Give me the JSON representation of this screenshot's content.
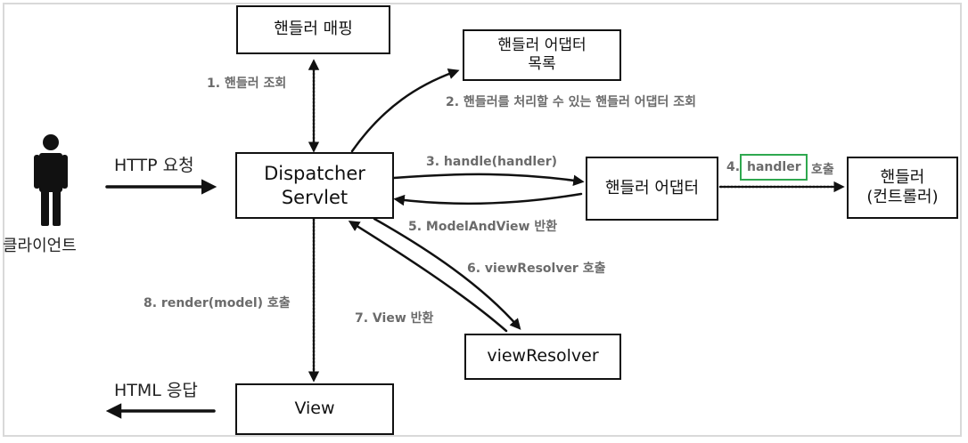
{
  "nodes": {
    "handler_mapping": "핸들러 매핑",
    "adapter_list": "핸들러 어댑터\n목록",
    "dispatcher": "Dispatcher\nServlet",
    "handler_adapter": "핸들러 어댑터",
    "handler": "핸들러\n(컨트롤러)",
    "view_resolver": "viewResolver",
    "view": "View"
  },
  "client": {
    "label": "클라이언트"
  },
  "edges": {
    "request": "HTTP 요청",
    "response": "HTML 응답",
    "step1": "1. 핸들러 조회",
    "step2": "2. 핸들러를 처리할 수 있는 핸들러 어댑터 조회",
    "step3": "3. handle(handler)",
    "step4_num": "4.",
    "step4_handler": "handler",
    "step4_call": "호출",
    "step5": "5. ModelAndView 반환",
    "step6": "6. viewResolver 호출",
    "step7": "7. View 반환",
    "step8": "8. render(model) 호출"
  },
  "colors": {
    "highlight": "#2fa84f",
    "label": "#6b6b6b",
    "line": "#111111"
  }
}
